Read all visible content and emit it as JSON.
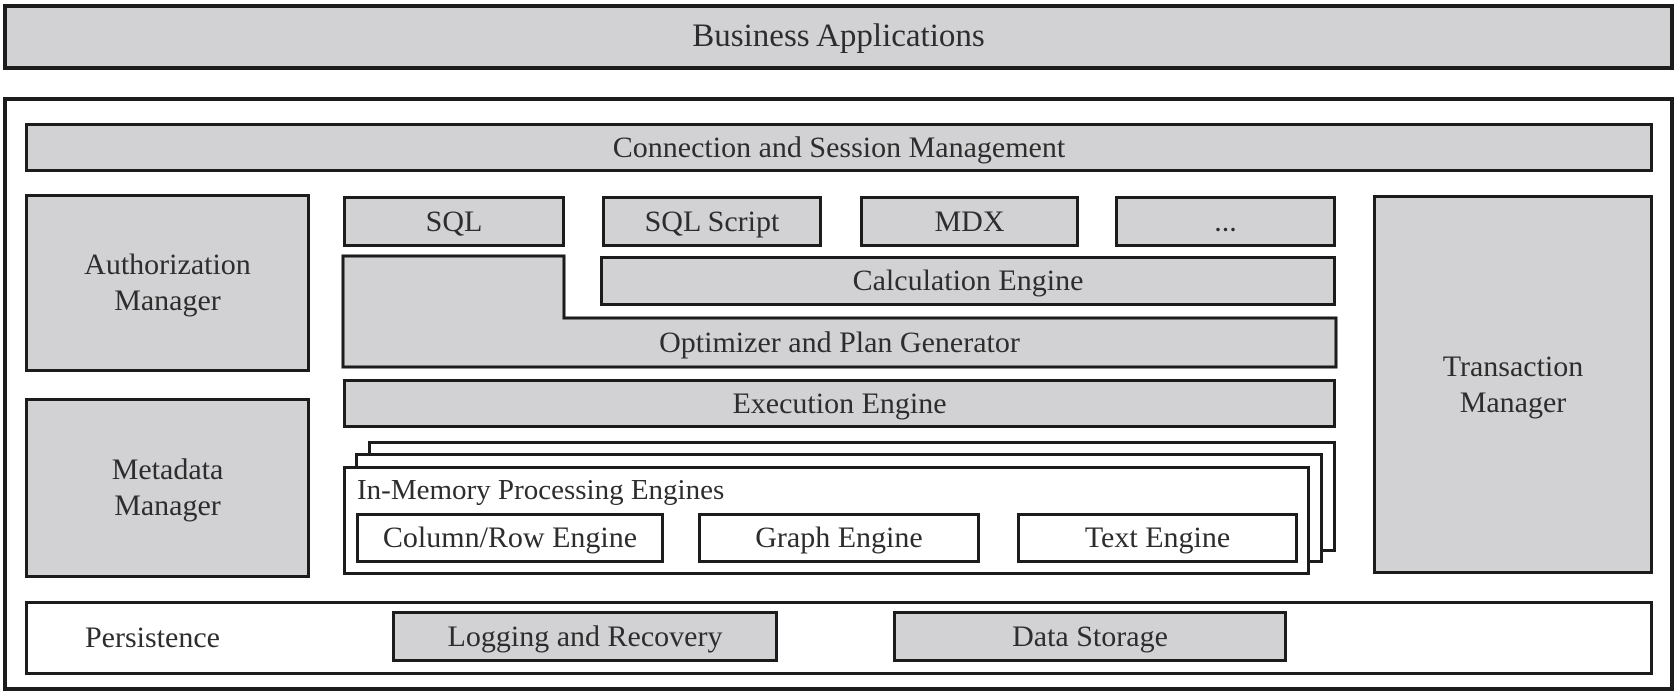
{
  "colors": {
    "box_fill": "#d2d2d4",
    "border": "#1c1c1c",
    "text": "#2d2d2d",
    "background": "#ffffff"
  },
  "top_bar": {
    "label": "Business Applications"
  },
  "architecture": {
    "connection_bar": {
      "label": "Connection and Session Management"
    },
    "left_column": {
      "authorization": {
        "label": "Authorization Manager"
      },
      "metadata": {
        "label": "Metadata Manager"
      }
    },
    "right_column": {
      "transaction": {
        "label": "Transaction Manager"
      }
    },
    "interfaces": [
      "SQL",
      "SQL Script",
      "MDX",
      "..."
    ],
    "calculation_engine": {
      "label": "Calculation Engine"
    },
    "optimizer": {
      "label": "Optimizer and Plan Generator"
    },
    "execution_engine": {
      "label": "Execution Engine"
    },
    "in_memory": {
      "title": "In-Memory Processing Engines",
      "engines": [
        "Column/Row Engine",
        "Graph Engine",
        "Text Engine"
      ]
    },
    "persistence": {
      "label": "Persistence",
      "items": [
        "Logging and Recovery",
        "Data Storage"
      ]
    }
  }
}
